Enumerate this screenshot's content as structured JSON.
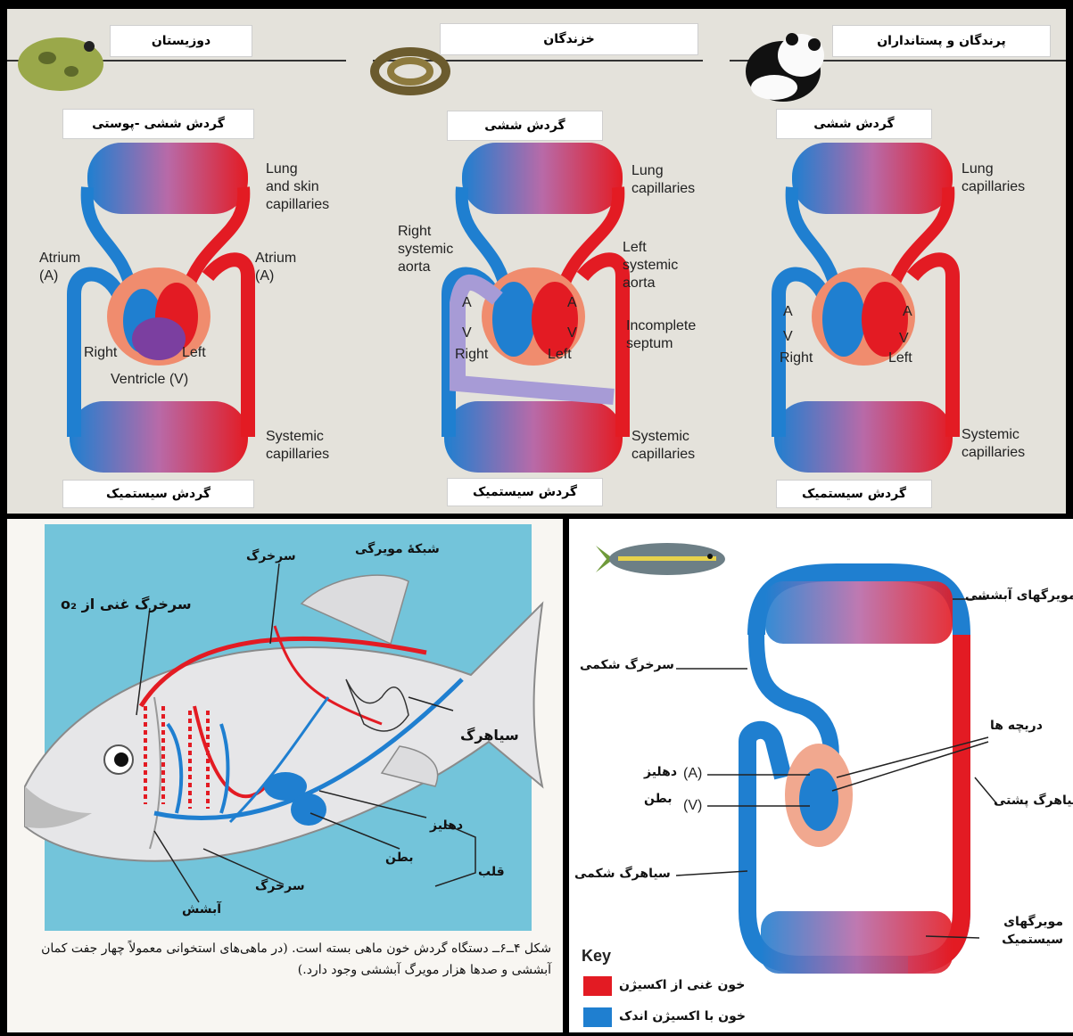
{
  "top": {
    "columns": [
      {
        "group": "دوزیستان",
        "lung_title": "گردش ششی -پوستی",
        "systemic_title": "گردش سیستمیک",
        "lung_label": "Lung\nand skin\ncapillaries",
        "sys_label": "Systemic\ncapillaries",
        "atrium_left": "Atrium\n(A)",
        "atrium_right": "Atrium\n(A)",
        "right": "Right",
        "left": "Left",
        "ventricle": "Ventricle (V)"
      },
      {
        "group": "خزندگان",
        "lung_title": "گردش ششی",
        "systemic_title": "گردش سیستمیک",
        "lung_label": "Lung\ncapillaries",
        "sys_label": "Systemic\ncapillaries",
        "right_aorta": "Right\nsystemic\naorta",
        "left_aorta": "Left\nsystemic\naorta",
        "septum": "Incomplete\nseptum",
        "a": "A",
        "v": "V",
        "right": "Right",
        "left": "Left"
      },
      {
        "group": "پرندگان و پستانداران",
        "lung_title": "گردش ششی",
        "systemic_title": "گردش سیستمیک",
        "lung_label": "Lung\ncapillaries",
        "sys_label": "Systemic\ncapillaries",
        "a": "A",
        "v": "V",
        "right": "Right",
        "left": "Left"
      }
    ]
  },
  "fish_left": {
    "labels": {
      "capillary_net": "شبکهٔ مویرگی",
      "artery_top": "سرخرگ",
      "artery_o2": "سرخرگ غنی از o₂",
      "vein": "سیاهرگ",
      "atrium": "دهلیز",
      "ventricle": "بطن",
      "heart": "قلب",
      "artery_bottom": "سرخرگ",
      "gill": "آبشش"
    },
    "caption": "شکل ۴ــ۶ــ دستگاه گردش خون ماهی بسته است. (در ماهی‌های استخوانی معمولاً چهار جفت کمان آبششی و صدها هزار مویرگ آبششی وجود دارد.)"
  },
  "fish_right": {
    "labels": {
      "gill_caps": "مویرگهای آبششی",
      "ventral_artery": "سرخرگ شکمی",
      "valves": "دریچه ها",
      "atrium": "دهلیز",
      "atrium_code": "(A)",
      "ventricle": "بطن",
      "ventricle_code": "(V)",
      "dorsal_vein": "سیاهرگ پشتی",
      "ventral_vein": "سیاهرگ شکمی",
      "sys_caps": "مویرگهای سیستمیک"
    },
    "key_title": "Key",
    "key": [
      {
        "label": "خون غنی از اکسیژن",
        "color": "#e31b23"
      },
      {
        "label": "خون با اکسیژن اندک",
        "color": "#1f7fd0"
      }
    ]
  },
  "colors": {
    "red": "#e31b23",
    "blue": "#1f7fd0",
    "purple": "#a79bd6",
    "salmon": "#f08c6e",
    "water": "#73c4da"
  }
}
